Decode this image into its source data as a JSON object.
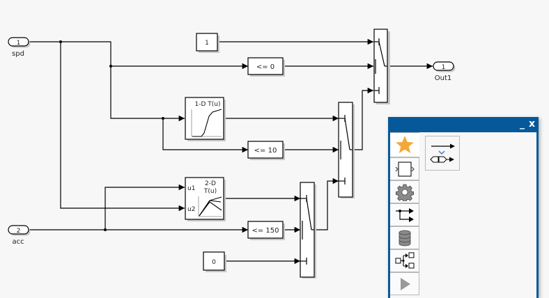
{
  "diagram": {
    "inports": [
      {
        "number": "1",
        "name": "spd"
      },
      {
        "number": "2",
        "name": "acc"
      }
    ],
    "outports": [
      {
        "number": "1",
        "name": "Out1"
      }
    ],
    "constants": [
      {
        "value": "1"
      },
      {
        "value": "0"
      }
    ],
    "relational_ops": [
      {
        "label": "<= 0"
      },
      {
        "label": "<= 10"
      },
      {
        "label": "<= 150"
      }
    ],
    "lookup_1d": {
      "label": "1-D T(u)"
    },
    "lookup_2d": {
      "label_line1": "2-D",
      "label_line2": "T(u)",
      "port_u1": "u1",
      "port_u2": "u2"
    },
    "switches": [
      "switch-1",
      "switch-2",
      "switch-3"
    ]
  },
  "library_panel": {
    "minimize_label": "_",
    "close_label": "x",
    "tabs": [
      {
        "icon": "favorites-star-icon"
      },
      {
        "icon": "subsystem-block-icon"
      },
      {
        "icon": "gear-icon"
      },
      {
        "icon": "signal-routing-icon"
      },
      {
        "icon": "data-store-icon"
      },
      {
        "icon": "bus-tree-icon"
      },
      {
        "icon": "play-icon"
      }
    ],
    "tiles": [
      {
        "icon": "signal-to-bus-icon"
      }
    ],
    "colors": {
      "title_bar": "#05599a",
      "star": "#f3a93a",
      "chevron": "#4a8ad8"
    }
  }
}
